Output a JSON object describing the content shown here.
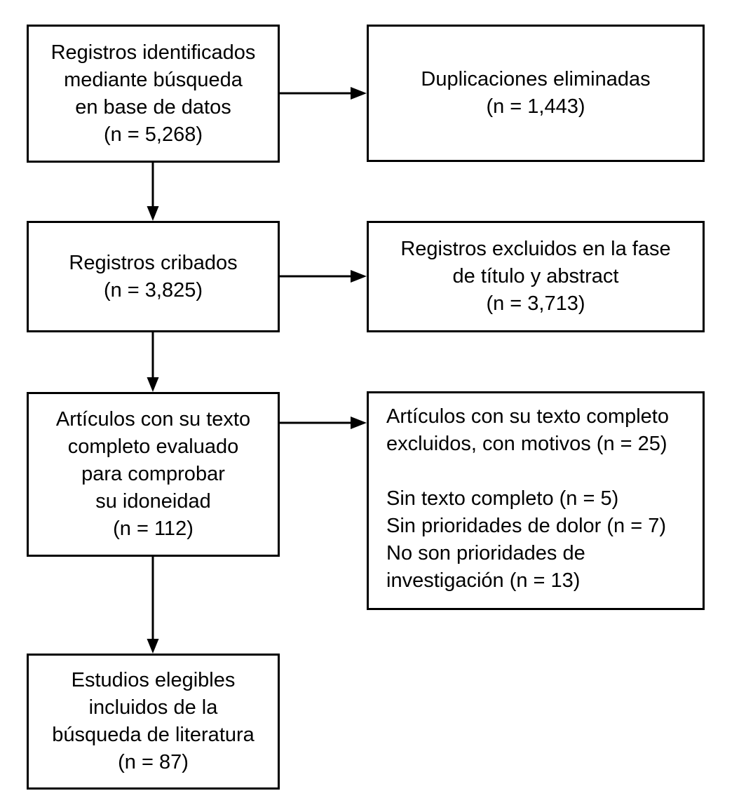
{
  "diagram": {
    "boxes": {
      "identified": {
        "text": "Registros identificados\nmediante búsqueda\nen base de datos\n(n = 5,268)"
      },
      "duplicates_removed": {
        "text": "Duplicaciones eliminadas\n(n = 1,443)"
      },
      "screened": {
        "text": "Registros cribados\n(n = 3,825)"
      },
      "excluded_title_abstract": {
        "text": "Registros excluidos en la fase\nde título y abstract\n(n = 3,713)"
      },
      "fulltext_assessed": {
        "text": "Artículos con su texto\ncompleto evaluado\npara comprobar\nsu idoneidad\n(n = 112)"
      },
      "fulltext_excluded": {
        "text": "Artículos con su texto completo\nexcluidos, con motivos (n = 25)\n\nSin texto completo (n = 5)\nSin prioridades de dolor (n = 7)\nNo son prioridades de\ninvestigación (n = 13)"
      },
      "included": {
        "text": "Estudios elegibles\nincluidos de la\nbúsqueda de literatura\n(n = 87)"
      }
    },
    "colors": {
      "background": "#ffffff",
      "border": "#000000",
      "text": "#000000"
    }
  }
}
